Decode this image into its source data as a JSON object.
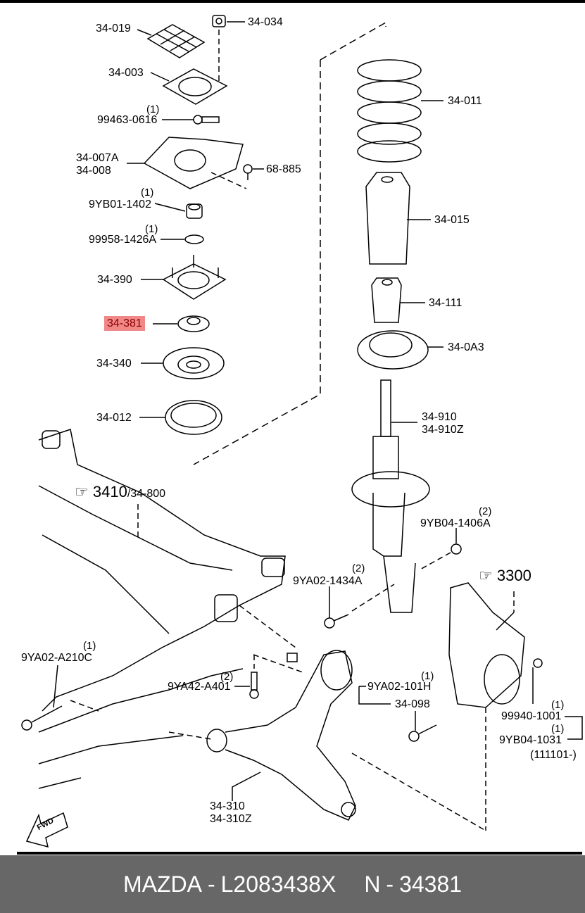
{
  "diagram": {
    "title": "Front suspension strut & lower arm exploded view",
    "highlight_color": "#f08888",
    "highlighted_part": "34-381",
    "labels": [
      {
        "id": "34-019",
        "qty": ""
      },
      {
        "id": "34-034",
        "qty": ""
      },
      {
        "id": "34-003",
        "qty": ""
      },
      {
        "id": "99463-0616",
        "qty": "(1)"
      },
      {
        "id": "34-007A",
        "qty": ""
      },
      {
        "id": "34-008",
        "qty": ""
      },
      {
        "id": "68-885",
        "qty": ""
      },
      {
        "id": "9YB01-1402",
        "qty": "(1)"
      },
      {
        "id": "99958-1426A",
        "qty": "(1)"
      },
      {
        "id": "34-390",
        "qty": ""
      },
      {
        "id": "34-381",
        "qty": ""
      },
      {
        "id": "34-340",
        "qty": ""
      },
      {
        "id": "34-012",
        "qty": ""
      },
      {
        "id": "34-011",
        "qty": ""
      },
      {
        "id": "34-015",
        "qty": ""
      },
      {
        "id": "34-111",
        "qty": ""
      },
      {
        "id": "34-0A3",
        "qty": ""
      },
      {
        "id": "34-910",
        "qty": ""
      },
      {
        "id": "34-910Z",
        "qty": ""
      },
      {
        "id": "9YB04-1406A",
        "qty": "(2)"
      },
      {
        "id": "9YA02-1434A",
        "qty": "(2)"
      },
      {
        "id": "9YA02-A210C",
        "qty": "(1)"
      },
      {
        "id": "9YA42-A401",
        "qty": "(2)"
      },
      {
        "id": "9YA02-101H",
        "qty": "(1)"
      },
      {
        "id": "34-098",
        "qty": ""
      },
      {
        "id": "99940-1001",
        "qty": "(1)"
      },
      {
        "id": "9YB04-1031",
        "qty": "(1)"
      },
      {
        "id": "(111101-)",
        "qty": ""
      },
      {
        "id": "34-310",
        "qty": ""
      },
      {
        "id": "34-310Z",
        "qty": ""
      }
    ],
    "refs": [
      {
        "main": "3410",
        "sub": "/34-800",
        "icon": "pointing-hand-icon"
      },
      {
        "main": "3300",
        "sub": "",
        "icon": "pointing-hand-icon"
      }
    ],
    "fwd_label": "FWD"
  },
  "footer": {
    "brand": "MAZDA",
    "sep1": "-",
    "part_number": "L2083438X",
    "n_label": "N",
    "sep2": "-",
    "n_value": "34381"
  }
}
